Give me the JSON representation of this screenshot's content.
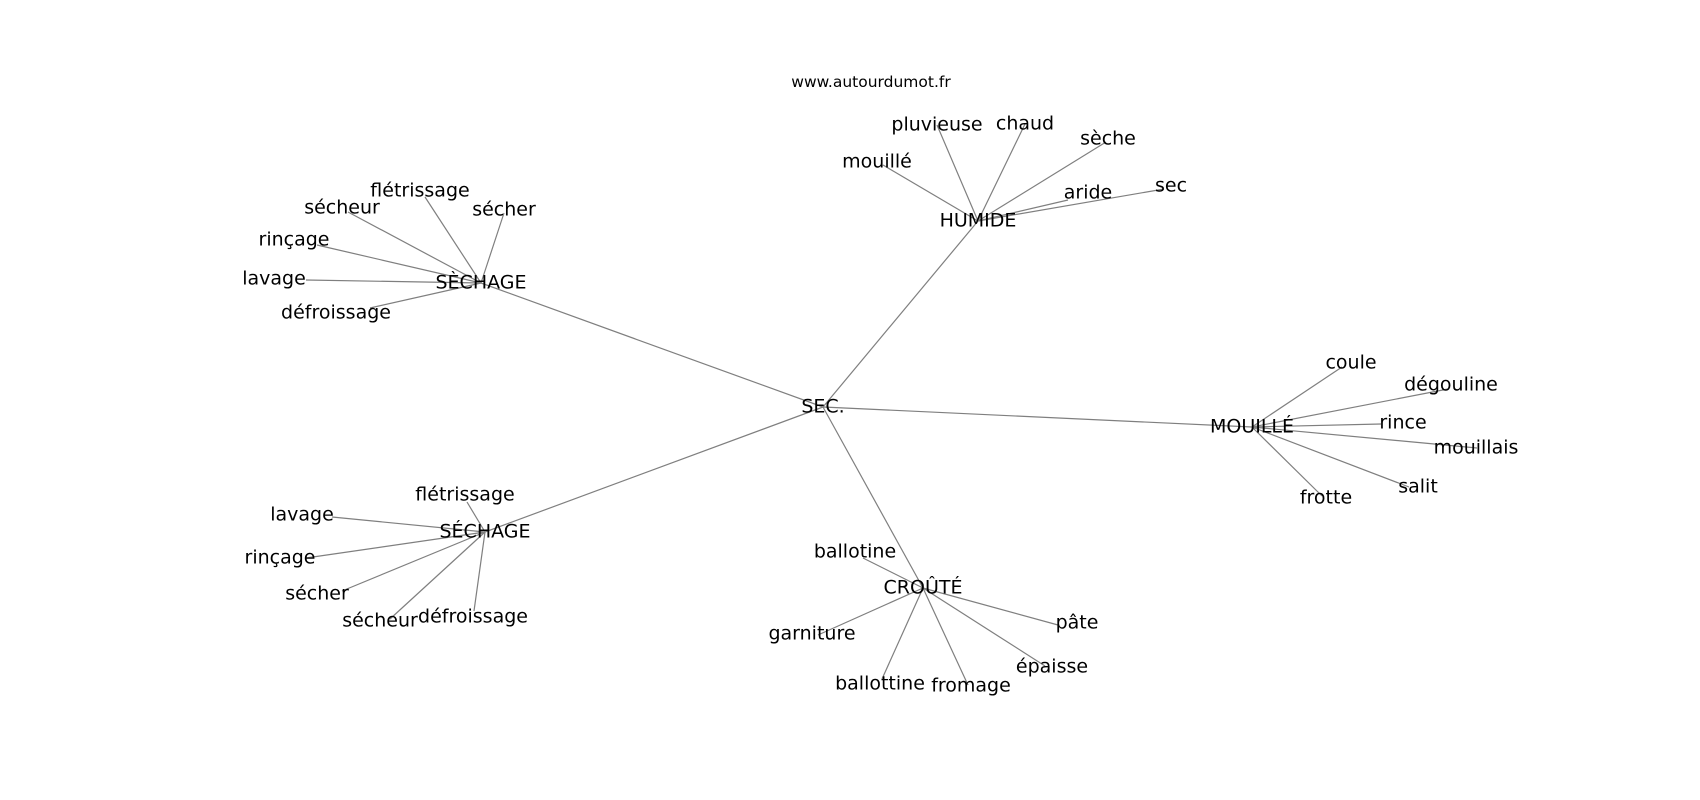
{
  "watermark": "www.autourdumot.fr",
  "graph": {
    "center": "SEC.",
    "hubs": [
      {
        "id": "humide",
        "label": "HUMIDE",
        "leaves": [
          "pluvieuse",
          "chaud",
          "mouillé",
          "sèche",
          "aride",
          "sec"
        ]
      },
      {
        "id": "sechage-grave",
        "label": "SÈCHAGE",
        "leaves": [
          "flétrissage",
          "sécheur",
          "sécher",
          "rinçage",
          "lavage",
          "défroissage"
        ]
      },
      {
        "id": "mouille",
        "label": "MOUILLÉ",
        "leaves": [
          "coule",
          "dégouline",
          "rince",
          "mouillais",
          "salit",
          "frotte"
        ]
      },
      {
        "id": "sechage-aigu",
        "label": "SÉCHAGE",
        "leaves": [
          "flétrissage",
          "lavage",
          "rinçage",
          "sécher",
          "sécheur",
          "défroissage"
        ]
      },
      {
        "id": "croute",
        "label": "CROÛTÉ",
        "leaves": [
          "ballotine",
          "pâte",
          "garniture",
          "épaisse",
          "ballottine",
          "fromage"
        ]
      }
    ]
  }
}
